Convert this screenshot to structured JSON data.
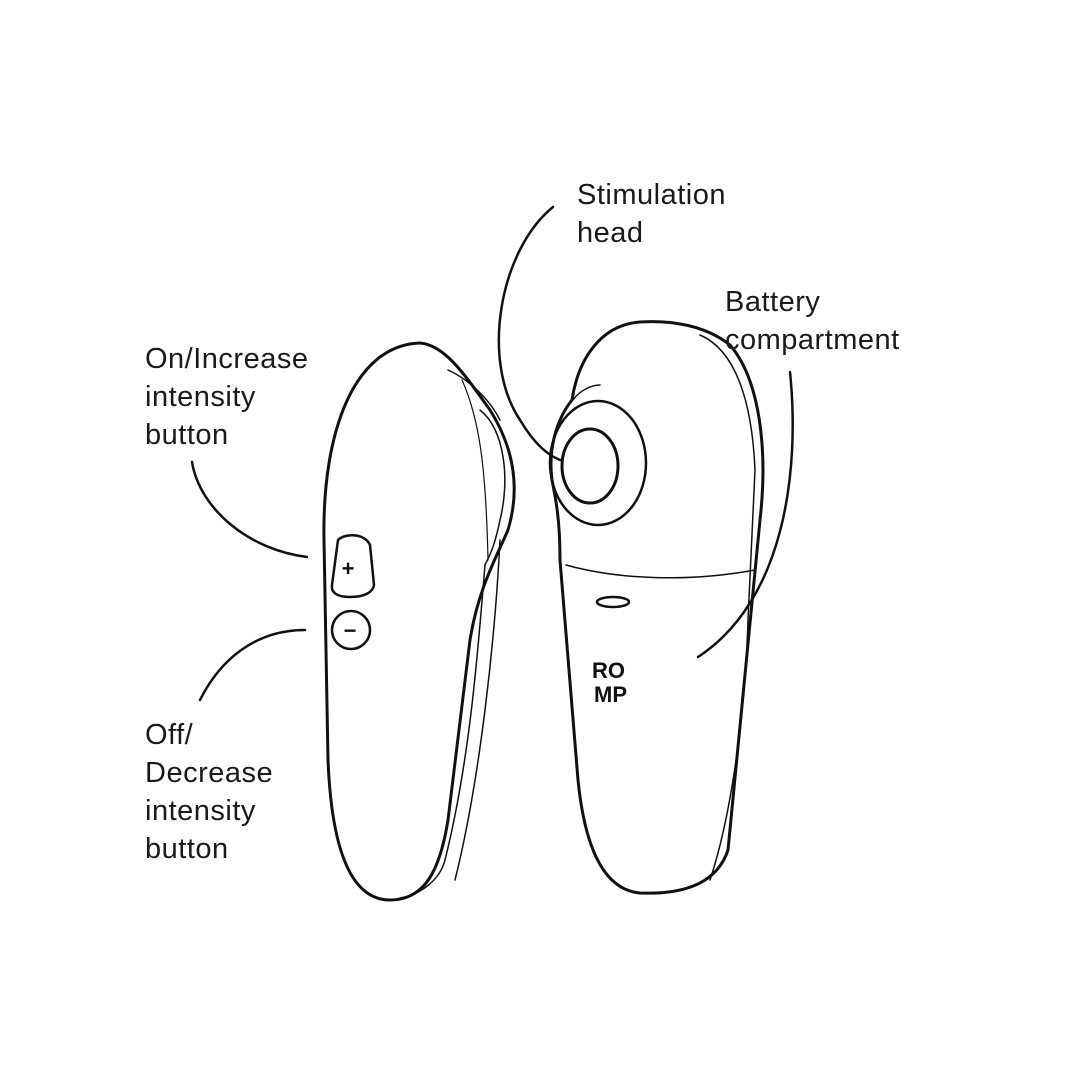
{
  "labels": {
    "stimulation_head": [
      "Stimulation",
      "head"
    ],
    "battery_compartment": [
      "Battery",
      "compartment"
    ],
    "on_increase": [
      "On/Increase",
      "intensity",
      "button"
    ],
    "off_decrease": [
      "Off/",
      "Decrease",
      "intensity",
      "button"
    ]
  },
  "buttons": {
    "plus": "+",
    "minus": "−"
  },
  "brand_logo": [
    "RO",
    "MP"
  ],
  "colors": {
    "line": "#111111",
    "background": "#ffffff"
  }
}
